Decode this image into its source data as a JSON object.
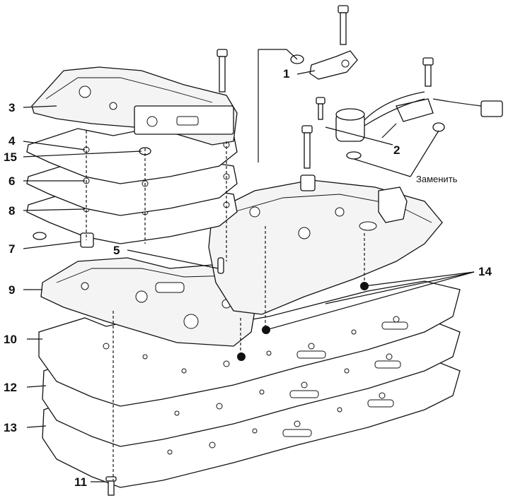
{
  "diagram": {
    "callouts": [
      {
        "id": "1",
        "text": "1"
      },
      {
        "id": "2",
        "text": "2"
      },
      {
        "id": "3",
        "text": "3"
      },
      {
        "id": "4",
        "text": "4"
      },
      {
        "id": "5",
        "text": "5"
      },
      {
        "id": "6",
        "text": "6"
      },
      {
        "id": "7",
        "text": "7"
      },
      {
        "id": "8",
        "text": "8"
      },
      {
        "id": "9",
        "text": "9"
      },
      {
        "id": "10",
        "text": "10"
      },
      {
        "id": "11",
        "text": "11"
      },
      {
        "id": "12",
        "text": "12"
      },
      {
        "id": "13",
        "text": "13"
      },
      {
        "id": "14",
        "text": "14"
      },
      {
        "id": "15",
        "text": "15"
      }
    ],
    "replace_note": "Заменить"
  }
}
